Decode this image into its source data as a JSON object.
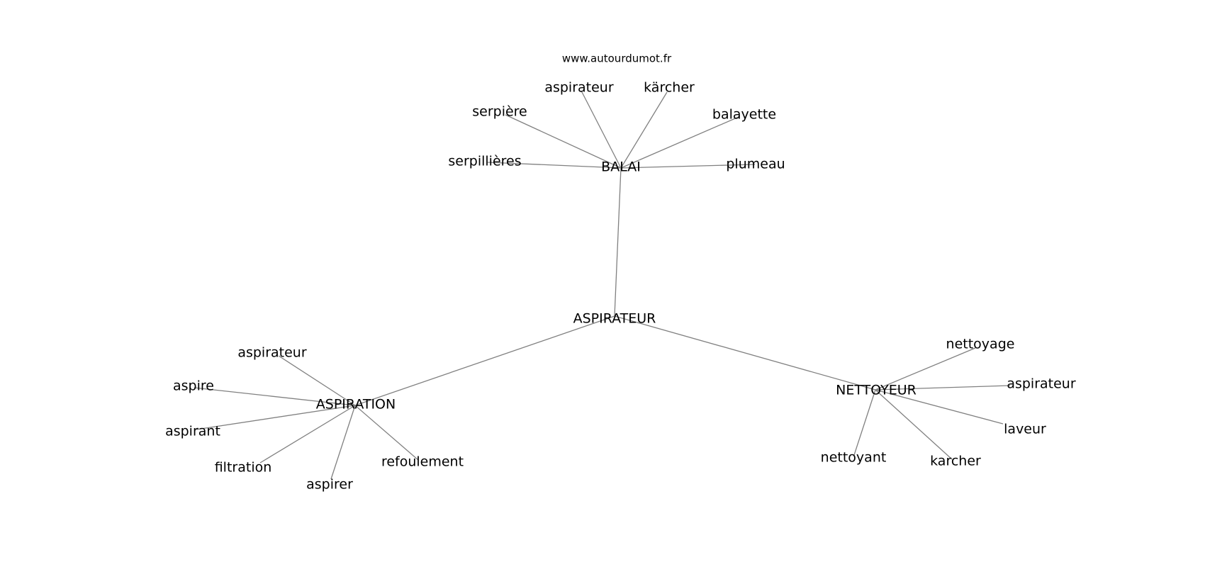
{
  "source": "www.autourdumot.fr",
  "graph": {
    "center": "ASPIRATEUR",
    "groups": [
      {
        "hub": "BALAI",
        "words": [
          "aspirateur",
          "kärcher",
          "serpière",
          "balayette",
          "serpillières",
          "plumeau"
        ]
      },
      {
        "hub": "ASPIRATION",
        "words": [
          "aspirateur",
          "aspire",
          "aspirant",
          "filtration",
          "aspirer",
          "refoulement"
        ]
      },
      {
        "hub": "NETTOYEUR",
        "words": [
          "nettoyage",
          "aspirateur",
          "laveur",
          "karcher",
          "nettoyant"
        ]
      }
    ]
  }
}
